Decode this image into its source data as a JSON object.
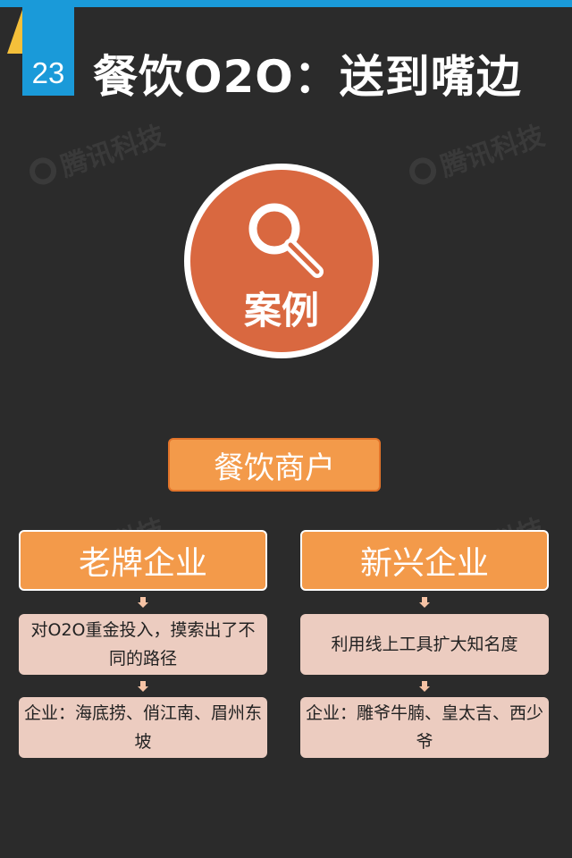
{
  "header": {
    "number": "23",
    "title": "餐饮O2O：送到嘴边"
  },
  "watermark_text": "腾讯科技",
  "case_badge": {
    "label": "案例",
    "icon": "magnifier-icon"
  },
  "root": {
    "label": "餐饮商户"
  },
  "branches": [
    {
      "label": "老牌企业",
      "cards": [
        "对O2O重金投入，摸索出了不同的路径",
        "企业：海底捞、俏江南、眉州东坡"
      ]
    },
    {
      "label": "新兴企业",
      "cards": [
        "利用线上工具扩大知名度",
        "企业：雕爷牛腩、皇太吉、西少爷"
      ]
    }
  ],
  "colors": {
    "background": "#2b2b2b",
    "accent_blue": "#1a9ad9",
    "accent_yellow": "#f5c03a",
    "orange": "#f39a4a",
    "case_orange": "#d96840",
    "card_pink": "#ecccc0"
  }
}
